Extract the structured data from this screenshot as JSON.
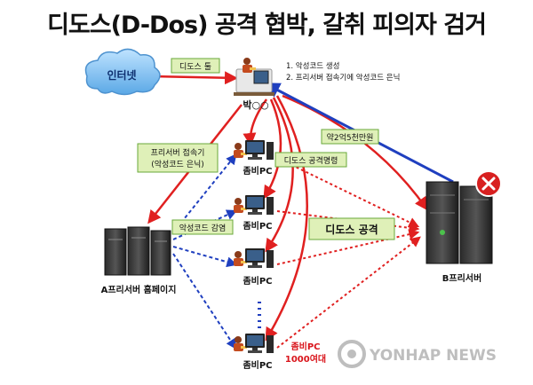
{
  "title": "디도스(D-Dos) 공격 협박, 갈취 피의자 검거",
  "nodes": {
    "internet": "인터넷",
    "attacker": "박○○",
    "server_a": "A프리서버 홈페이지",
    "server_b": "B프리서버",
    "zombie": "좀비PC"
  },
  "notes": {
    "step1": "1. 악성코드 생성",
    "step2": "2. 프리서버 접속기에 악성코드 은닉"
  },
  "labels": {
    "ddos_tool": "디도스 툴",
    "free_server_access_1": "프리서버 접속기",
    "free_server_access_2": "(악성코드 은닉)",
    "infection": "악성코드 감염",
    "extortion": "약2억5천만원",
    "ddos_command": "디도스 공격명령",
    "ddos_attack": "디도스 공격",
    "zombie_count_1": "좀비PC",
    "zombie_count_2": "1000여대"
  },
  "watermark": "YONHAP NEWS",
  "colors": {
    "red": "#e02020",
    "blue": "#1f3fbf",
    "label_bg": "#dff0b8",
    "label_border": "#6aa83a",
    "count_red": "#d9141b"
  }
}
